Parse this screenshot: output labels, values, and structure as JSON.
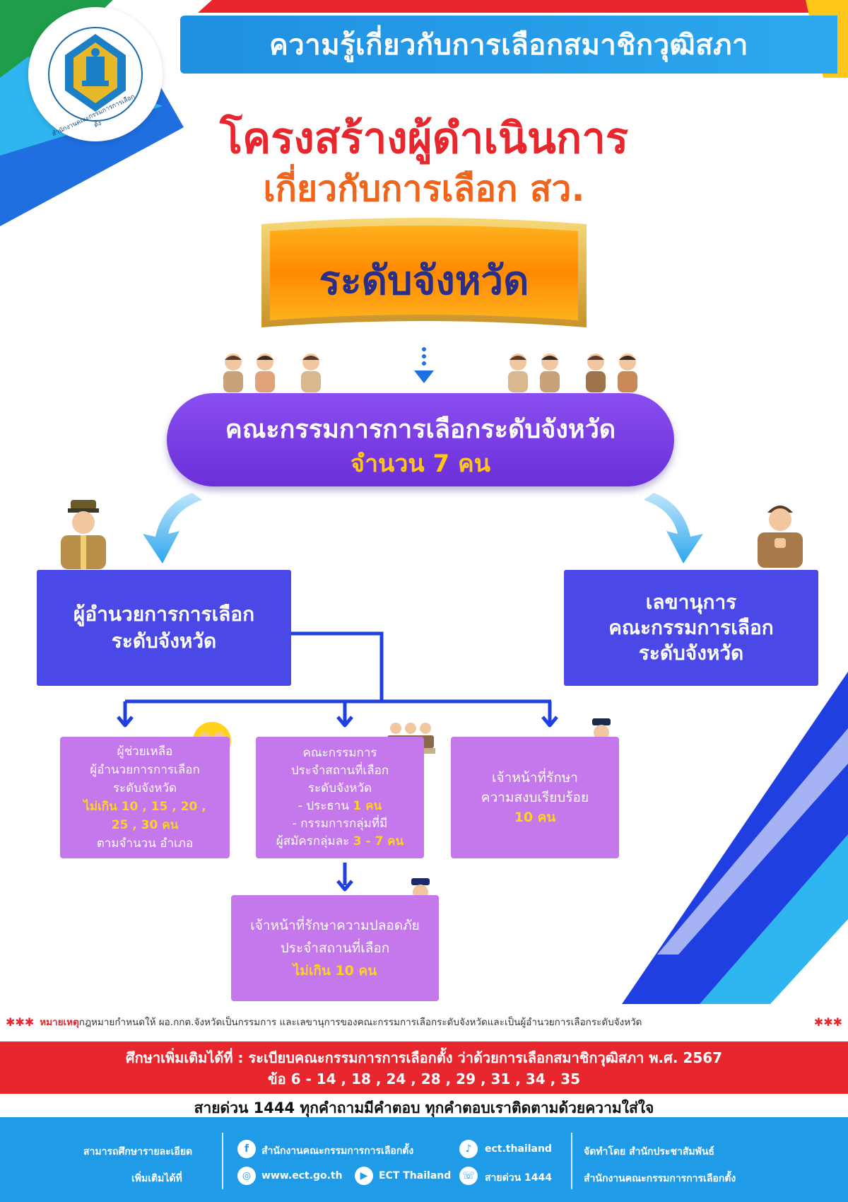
{
  "header": {
    "title": "ความรู้เกี่ยวกับการเลือกสมาชิกวุฒิสภา",
    "logo_caption": "สำนักงานคณะกรรมการการเลือกตั้ง"
  },
  "titles": {
    "main": "โครงสร้างผู้ดำเนินการ",
    "sub": "เกี่ยวกับการเลือก สว.",
    "level": "ระดับจังหวัด"
  },
  "committee": {
    "line1": "คณะกรรมการการเลือกระดับจังหวัด",
    "line2": "จำนวน 7 คน"
  },
  "director_box": {
    "line1": "ผู้อำนวยการการเลือก",
    "line2": "ระดับจังหวัด"
  },
  "secretary_box": {
    "line1": "เลขานุการ",
    "line2": "คณะกรรมการเลือก",
    "line3": "ระดับจังหวัด"
  },
  "assistant_box": {
    "line1": "ผู้ช่วยเหลือ",
    "line2": "ผู้อำนวยการการเลือก",
    "line3": "ระดับจังหวัด",
    "line4": "ไม่เกิน 10 , 15 , 20 ,",
    "line5": "25 , 30 คน",
    "line6": "ตามจำนวน อำเภอ"
  },
  "station_committee_box": {
    "line1": "คณะกรรมการ",
    "line2": "ประจำสถานที่เลือก",
    "line3": "ระดับจังหวัด",
    "line4_a": "- ประธาน ",
    "line4_b": "1 คน",
    "line5": "- กรรมการกลุ่มที่มี",
    "line6_a": "ผู้สมัครกลุ่มละ ",
    "line6_b": "3 - 7 คน"
  },
  "order_box": {
    "line1": "เจ้าหน้าที่รักษา",
    "line2": "ความสงบเรียบร้อย",
    "line3": "10 คน"
  },
  "safety_box": {
    "line1": "เจ้าหน้าที่รักษาความปลอดภัย",
    "line2": "ประจำสถานที่เลือก",
    "line3": "ไม่เกิน 10 คน"
  },
  "note": {
    "stars_left": "✱✱✱",
    "label": "หมายเหตุ",
    "text": " กฎหมายกำหนดให้ ผอ.กกต.จังหวัดเป็นกรรมการ และเลขานุการของคณะกรรมการเลือกระดับจังหวัดและเป็นผู้อำนวยการเลือกระดับจังหวัด",
    "stars_right": "✱✱✱"
  },
  "reference": {
    "line1": "ศึกษาเพิ่มเติมได้ที่ : ระเบียบคณะกรรมการการเลือกตั้ง ว่าด้วยการเลือกสมาชิกวุฒิสภา พ.ศ. 2567",
    "line2": "ข้อ 6 - 14 , 18 , 24 , 28 , 29 , 31 , 34 , 35"
  },
  "hotline_text": "สายด่วน 1444 ทุกคำถามมีคำตอบ ทุกคำตอบเราติดตามด้วยความใส่ใจ",
  "footer": {
    "left_line1": "สามารถศึกษารายละเอียด",
    "left_line2": "เพิ่มเติมได้ที่",
    "facebook": "สำนักงานคณะกรรมการการเลือกตั้ง",
    "tiktok": "ect.thailand",
    "website": "www.ect.go.th",
    "youtube": "ECT Thailand",
    "phone": "สายด่วน 1444",
    "right_line1": "จัดทำโดย สำนักประชาสัมพันธ์",
    "right_line2": "สำนักงานคณะกรรมการการเลือกตั้ง"
  },
  "colors": {
    "header_blue": "#1f8fe0",
    "title_red": "#e8262e",
    "subtitle_orange": "#f0641c",
    "committee_purple": "#7a3ee6",
    "box_blue": "#4a48e6",
    "box_purple": "#c478ec",
    "highlight_yellow": "#ffd21c",
    "connector_blue": "#1f3fe0"
  }
}
